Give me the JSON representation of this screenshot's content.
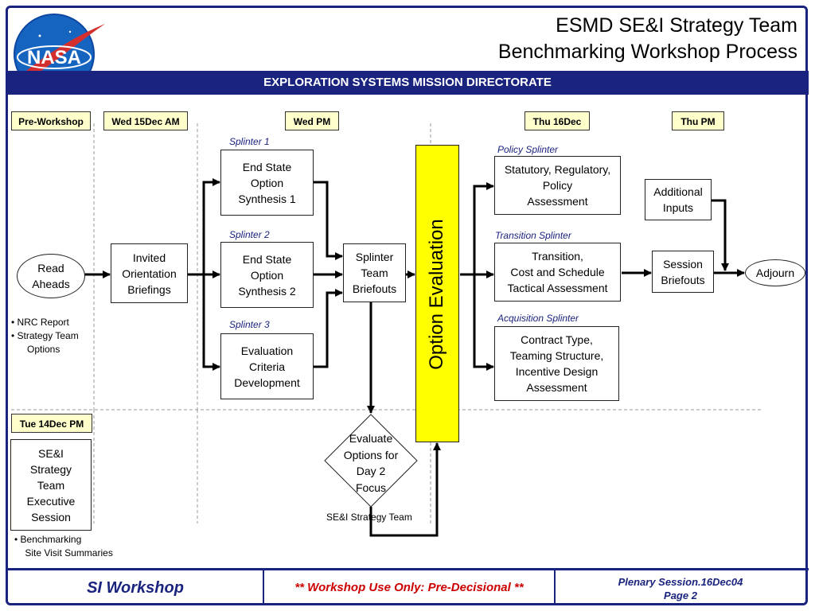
{
  "header": {
    "title_line1": "ESMD SE&I Strategy Team",
    "title_line2": "Benchmarking Workshop Process",
    "bar": "EXPLORATION SYSTEMS MISSION DIRECTORATE",
    "logo": "NASA"
  },
  "columns": {
    "pre_workshop": "Pre-Workshop",
    "wed_am": "Wed 15Dec AM",
    "wed_pm": "Wed PM",
    "thu": "Thu 16Dec",
    "thu_pm": "Thu PM",
    "tue_pm": "Tue 14Dec PM"
  },
  "splinter_labels": {
    "s1": "Splinter 1",
    "s2": "Splinter 2",
    "s3": "Splinter 3",
    "policy": "Policy Splinter",
    "transition": "Transition Splinter",
    "acquisition": "Acquisition Splinter"
  },
  "nodes": {
    "read_aheads": "Read\nAheads",
    "invited": "Invited\nOrientation\nBriefings",
    "end_state_1": "End State\nOption\nSynthesis 1",
    "end_state_2": "End State\nOption\nSynthesis 2",
    "eval_criteria": "Evaluation\nCriteria\nDevelopment",
    "splinter_team": "Splinter\nTeam\nBriefouts",
    "option_eval": "Option Evaluation",
    "statutory": "Statutory, Regulatory,\nPolicy\nAssessment",
    "transition": "Transition,\nCost and Schedule\nTactical Assessment",
    "contract": "Contract Type,\nTeaming Structure,\nIncentive Design\nAssessment",
    "additional": "Additional\nInputs",
    "session": "Session\nBriefouts",
    "adjourn": "Adjourn",
    "evaluate": "Evaluate\nOptions for\nDay 2\nFocus",
    "sei_exec": "SE&I\nStrategy\nTeam\nExecutive\nSession"
  },
  "notes": {
    "nrc": "• NRC Report\n• Strategy Team\n      Options",
    "sei_team": "SE&I Strategy Team",
    "benchmarking": "• Benchmarking\n    Site Visit Summaries"
  },
  "footer": {
    "left": "SI Workshop",
    "center": "** Workshop Use Only: Pre-Decisional **",
    "right_line1": "Plenary Session.16Dec04",
    "right_line2": "Page 2"
  },
  "colors": {
    "navy": "#1a237e",
    "header_fill": "#ffffcc",
    "option_bar": "#ffff00",
    "footer_red": "#cc0000"
  }
}
